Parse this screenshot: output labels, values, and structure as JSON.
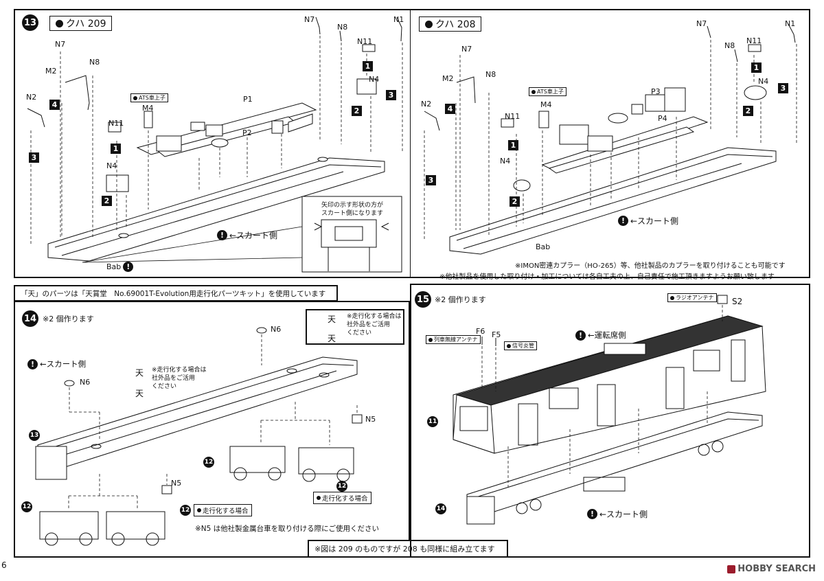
{
  "step13": {
    "number": "13",
    "left": {
      "title": "クハ 209",
      "labels": {
        "n7": "N7",
        "n8a": "N8",
        "n1": "N1",
        "n11a": "N11",
        "n4a": "N4",
        "m2": "M2",
        "n7b": "N7",
        "n8b": "N8",
        "n2": "N2",
        "m4": "M4",
        "p1": "P1",
        "p2": "P2",
        "n11b": "N11",
        "n4b": "N4",
        "bab": "Bab"
      },
      "ats_tag": "ATS車上子",
      "skirt": "←スカート側",
      "callout_text": [
        "矢印の示す形状の方が",
        "スカート側になります"
      ],
      "squares": [
        "1",
        "2",
        "3",
        "4",
        "1",
        "2",
        "3"
      ]
    },
    "right": {
      "title": "クハ 208",
      "labels": {
        "n7": "N7",
        "n1": "N1",
        "n7b": "N7",
        "n8": "N8",
        "n11a": "N11",
        "m2": "M2",
        "n8b": "N8",
        "n4a": "N4",
        "p3": "P3",
        "n2": "N2",
        "m4": "M4",
        "p4": "P4",
        "n11b": "N11",
        "n4b": "N4",
        "bab": "Bab"
      },
      "ats_tag": "ATS車上子",
      "skirt": "←スカート側",
      "squares": [
        "1",
        "2",
        "3",
        "4",
        "1",
        "2",
        "3"
      ],
      "note1": "※IMON密連カプラー（HO-265）等、他社製品のカプラーを取り付けることも可能です",
      "note2": "※他社製品を使用した取り付け・加工については各自工夫の上、自己責任で施工頂きますようお願い致します"
    }
  },
  "parts_notice": "「天」のパーツは「天賞堂　No.69001T-Evolution用走行化パーツキット」を使用しています",
  "step14": {
    "number": "14",
    "note": "※2 個作ります",
    "skirt": "←スカート側",
    "ten_box": {
      "ten1": "天",
      "text": "※走行化する場合は\n社外品をご活用\nください",
      "ten2": "天"
    },
    "ten_inline": {
      "ten1": "天",
      "text": "※走行化する場合は\n社外品をご活用\nください",
      "ten2": "天"
    },
    "labels": {
      "n6a": "N6",
      "n6b": "N6",
      "n5a": "N5",
      "n5b": "N5"
    },
    "ref13": "13",
    "ref12a": "12",
    "ref12b": "12",
    "ref12c": "12",
    "run_label1": "走行化する場合",
    "run_label2": "走行化する場合",
    "n5_note": "※N5 は他社製金属台車を取り付ける際にご使用ください",
    "bottom_notice": "※図は 209 のものですが 208 も同様に組み立てます"
  },
  "step15": {
    "number": "15",
    "note": "※2 個作ります",
    "radio_tag": "ラジオアンテナ",
    "s2": "S2",
    "driver_side": "←運転席側",
    "f6": "F6",
    "f5": "F5",
    "antenna_tag": "列車無線アンテナ",
    "signal_tag": "信号炎管",
    "ref11": "11",
    "ref14": "14",
    "skirt": "←スカート側"
  },
  "page_number": "6",
  "watermark": "HOBBY SEARCH"
}
